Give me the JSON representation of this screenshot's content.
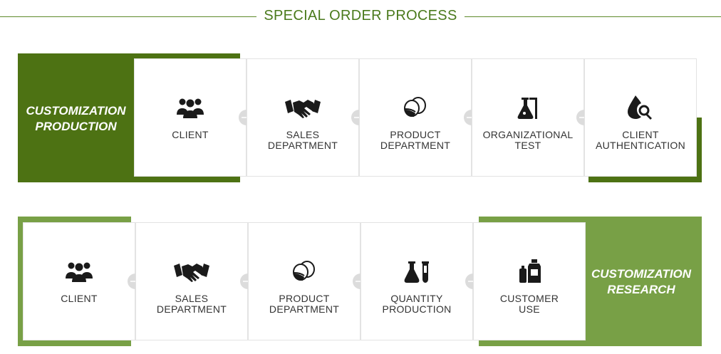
{
  "header": {
    "title": "SPECIAL ORDER PROCESS"
  },
  "colors": {
    "dark_green": "#4d7213",
    "light_green": "#78a046",
    "header_green": "#4a7a1c"
  },
  "section1": {
    "label_line1": "CUSTOMIZATION",
    "label_line2": "PRODUCTION",
    "steps": [
      {
        "icon": "people-icon",
        "label": "CLIENT"
      },
      {
        "icon": "handshake-icon",
        "label": "SALES\nDEPARTMENT"
      },
      {
        "icon": "masked-heads-icon",
        "label": "PRODUCT\nDEPARTMENT"
      },
      {
        "icon": "flask-icon",
        "label": "ORGANIZATIONAL\nTEST"
      },
      {
        "icon": "drop-magnifier-icon",
        "label": "CLIENT\nAUTHENTICATION"
      }
    ]
  },
  "section2": {
    "label_line1": "CUSTOMIZATION",
    "label_line2": "RESEARCH",
    "steps": [
      {
        "icon": "people-icon",
        "label": "CLIENT"
      },
      {
        "icon": "handshake-icon",
        "label": "SALES\nDEPARTMENT"
      },
      {
        "icon": "masked-heads-icon",
        "label": "PRODUCT\nDEPARTMENT"
      },
      {
        "icon": "lab-flask-tube-icon",
        "label": "QUANTITY\nPRODUCTION"
      },
      {
        "icon": "bottles-icon",
        "label": "CUSTOMER\nUSE"
      }
    ]
  }
}
